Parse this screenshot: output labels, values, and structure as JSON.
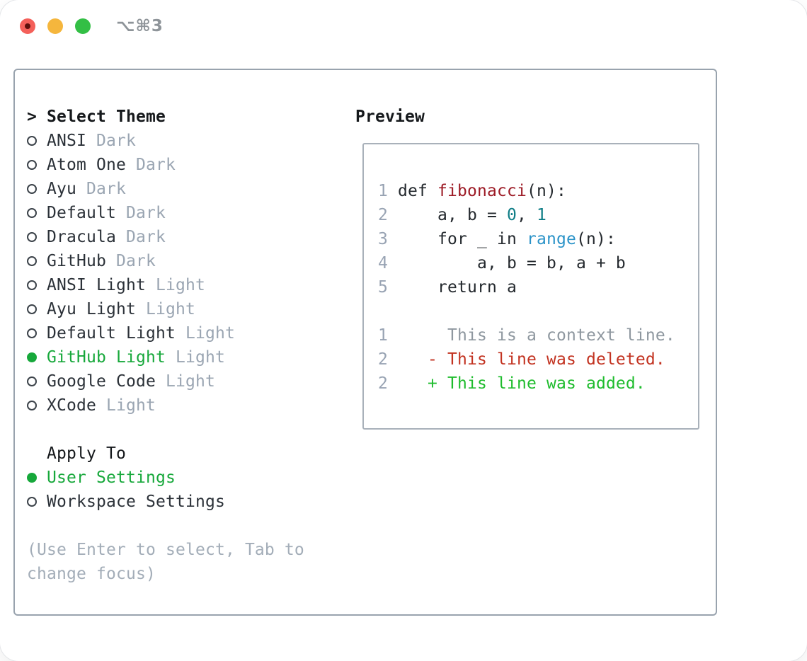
{
  "titlebar": {
    "shortcut": "⌥⌘3",
    "traffic_lights": [
      "close",
      "minimize",
      "zoom"
    ]
  },
  "theme_panel": {
    "prompt": ">",
    "header": "Select Theme",
    "themes": [
      {
        "name": "ANSI",
        "variant": "Dark",
        "selected": false
      },
      {
        "name": "Atom One",
        "variant": "Dark",
        "selected": false
      },
      {
        "name": "Ayu",
        "variant": "Dark",
        "selected": false
      },
      {
        "name": "Default",
        "variant": "Dark",
        "selected": false
      },
      {
        "name": "Dracula",
        "variant": "Dark",
        "selected": false
      },
      {
        "name": "GitHub",
        "variant": "Dark",
        "selected": false
      },
      {
        "name": "ANSI Light",
        "variant": "Light",
        "selected": false
      },
      {
        "name": "Ayu Light",
        "variant": "Light",
        "selected": false
      },
      {
        "name": "Default Light",
        "variant": "Light",
        "selected": false
      },
      {
        "name": "GitHub Light",
        "variant": "Light",
        "selected": true
      },
      {
        "name": "Google Code",
        "variant": "Light",
        "selected": false
      },
      {
        "name": "XCode",
        "variant": "Light",
        "selected": false
      }
    ],
    "apply_to": {
      "header": "Apply To",
      "options": [
        {
          "label": "User Settings",
          "selected": true
        },
        {
          "label": "Workspace Settings",
          "selected": false
        }
      ]
    },
    "hint": "(Use Enter to select, Tab to change focus)"
  },
  "preview": {
    "header": "Preview",
    "code_lines": [
      {
        "number": "1",
        "tokens": [
          {
            "t": " def ",
            "c": "code"
          },
          {
            "t": "fibonacci",
            "c": "func"
          },
          {
            "t": "(n):",
            "c": "code"
          }
        ]
      },
      {
        "number": "2",
        "tokens": [
          {
            "t": "     a, b = ",
            "c": "code"
          },
          {
            "t": "0",
            "c": "num"
          },
          {
            "t": ", ",
            "c": "code"
          },
          {
            "t": "1",
            "c": "num"
          }
        ]
      },
      {
        "number": "3",
        "tokens": [
          {
            "t": "     for _ in ",
            "c": "code"
          },
          {
            "t": "range",
            "c": "builtin"
          },
          {
            "t": "(n):",
            "c": "code"
          }
        ]
      },
      {
        "number": "4",
        "tokens": [
          {
            "t": "         a, b = b, a + b",
            "c": "code"
          }
        ]
      },
      {
        "number": "5",
        "tokens": [
          {
            "t": "     return a",
            "c": "code"
          }
        ]
      },
      {
        "number": "",
        "tokens": []
      },
      {
        "number": "1",
        "tokens": [
          {
            "t": "      This is a context line.",
            "c": "context"
          }
        ]
      },
      {
        "number": "2",
        "tokens": [
          {
            "t": "    - This line was deleted.",
            "c": "deleted"
          }
        ]
      },
      {
        "number": "2",
        "tokens": [
          {
            "t": "    + This line was added.",
            "c": "added"
          }
        ]
      }
    ]
  },
  "colors": {
    "accent_green": "#17a83b",
    "added_green": "#1ebc2d",
    "deleted_red": "#c23220",
    "function_red": "#9d1b26",
    "number_teal": "#0e7d86",
    "builtin_blue": "#2b93c8",
    "muted_gray": "#9aa5b2",
    "panel_border": "#99a3ae",
    "traffic_red": "#f4605a",
    "traffic_yellow": "#f5b63d",
    "traffic_green": "#33bf45"
  }
}
